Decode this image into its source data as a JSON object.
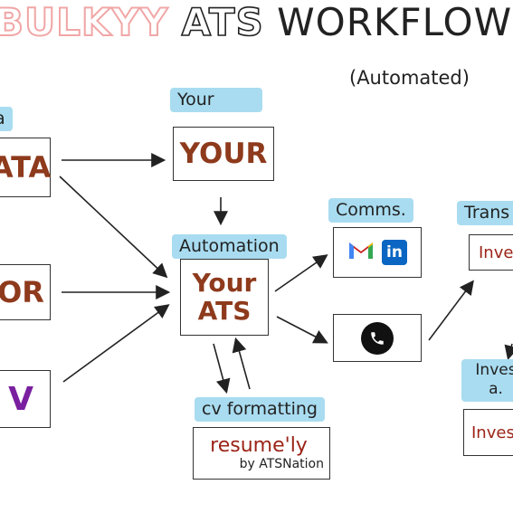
{
  "title": {
    "part1": "BULKYY",
    "part2": "ATS",
    "part3": "WORKFLOW"
  },
  "subtitle": "(Automated)",
  "labels": {
    "left_top": "a",
    "your": "Your",
    "automation": "Automation",
    "comms": "Comms.",
    "trans": "Trans",
    "cv_formatting": "cv formatting",
    "inves_a": "Inves a."
  },
  "boxes": {
    "left_ata": "ATA",
    "left_or": "OR",
    "left_v": "V",
    "your_box": "YOUR",
    "ats_line1": "Your",
    "ats_line2": "ATS",
    "resumely_name": "resume'ly",
    "resumely_by": "by ATSNation",
    "inve_top": "Inve",
    "inves_bottom": "Inves"
  },
  "icons": {
    "gmail": "gmail-icon",
    "linkedin": "linkedin-icon",
    "phone": "phone-icon",
    "linkedin_text": "in"
  },
  "colors": {
    "label_bg": "#a9dcf0",
    "brown": "#8e3a1c",
    "red": "#9b2418",
    "purple": "#7a1fa0",
    "title_outline": "#f1a6a6"
  }
}
